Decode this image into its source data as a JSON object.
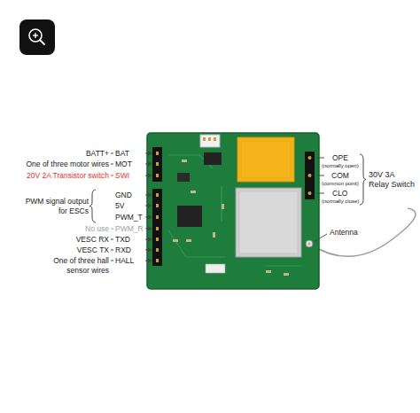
{
  "diagram": {
    "labels": [
      "BATT+",
      "BAT",
      "One of three motor wires",
      "MOT",
      "20V 2A Transistor switch",
      "SWI",
      "GND",
      "PWM signal output for ESCs",
      "5V",
      "PWM_T",
      "No use",
      "PWM_R",
      "VESC RX",
      "TXD",
      "VESC TX",
      "RXD",
      "One of three hall sensor wires",
      "HALL",
      "OPE",
      "(normally open)",
      "COM",
      "(common point)",
      "CLO",
      "(normally close)",
      "30V 3A Relay Switch",
      "Antenna"
    ]
  }
}
